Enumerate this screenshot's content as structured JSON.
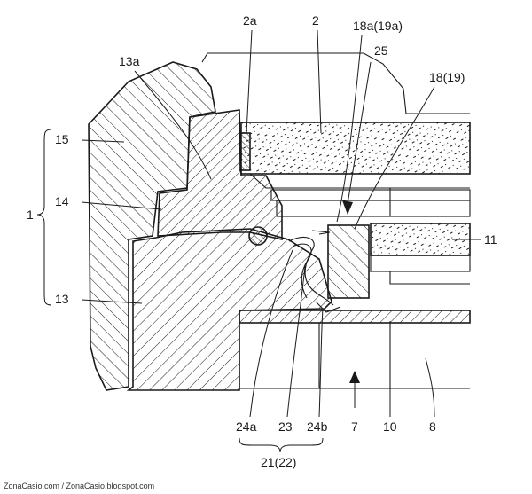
{
  "labels": {
    "l2a": "2a",
    "l2": "2",
    "l18a": "18a(19a)",
    "l25": "25",
    "l18": "18(19)",
    "l13a": "13a",
    "l15": "15",
    "l14": "14",
    "l1": "1",
    "l11": "11",
    "l13": "13",
    "l24a": "24a",
    "l23": "23",
    "l24b": "24b",
    "l7": "7",
    "l10": "10",
    "l8": "8",
    "l21": "21(22)"
  },
  "credit": "ZonaCasio.com / ZonaCasio.blogspot.com",
  "colors": {
    "ink": "#1a1a1a",
    "paper": "#ffffff"
  }
}
